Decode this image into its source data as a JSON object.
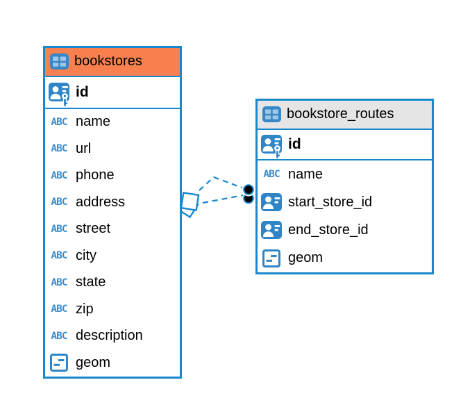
{
  "icons": {
    "text_type_label": "ABC"
  },
  "colors": {
    "table_border": "#1787ce",
    "bookstores_header": "#f8804e",
    "routes_header": "#e5e5e5",
    "icon_blue": "#2e85c7",
    "icon_cell_blue": "#9ec6e6",
    "connector_line": "#1787ce",
    "connector_dot": "#000000"
  },
  "tables": [
    {
      "name": "bookstores",
      "primary_key": {
        "name": "id"
      },
      "columns": [
        {
          "name": "name",
          "type": "text"
        },
        {
          "name": "url",
          "type": "text"
        },
        {
          "name": "phone",
          "type": "text"
        },
        {
          "name": "address",
          "type": "text"
        },
        {
          "name": "street",
          "type": "text"
        },
        {
          "name": "city",
          "type": "text"
        },
        {
          "name": "state",
          "type": "text"
        },
        {
          "name": "zip",
          "type": "text"
        },
        {
          "name": "description",
          "type": "text"
        },
        {
          "name": "geom",
          "type": "geometry"
        }
      ]
    },
    {
      "name": "bookstore_routes",
      "primary_key": {
        "name": "id"
      },
      "columns": [
        {
          "name": "name",
          "type": "text"
        },
        {
          "name": "start_store_id",
          "type": "reference"
        },
        {
          "name": "end_store_id",
          "type": "reference"
        },
        {
          "name": "geom",
          "type": "geometry"
        }
      ]
    }
  ],
  "relationships": [
    {
      "from": "bookstore_routes.start_store_id",
      "to": "bookstores.id",
      "style": "dashed"
    },
    {
      "from": "bookstore_routes.end_store_id",
      "to": "bookstores.id",
      "style": "dashed"
    }
  ]
}
